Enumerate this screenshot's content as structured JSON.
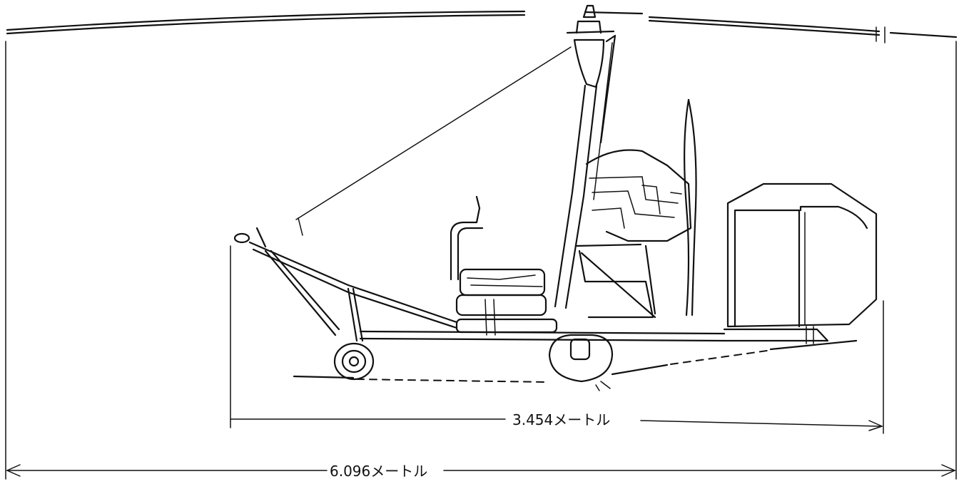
{
  "diagram": {
    "type": "side-view line drawing",
    "dimensions": {
      "inner_length": "3.454メートル",
      "overall_length": "6.096メートル"
    }
  }
}
